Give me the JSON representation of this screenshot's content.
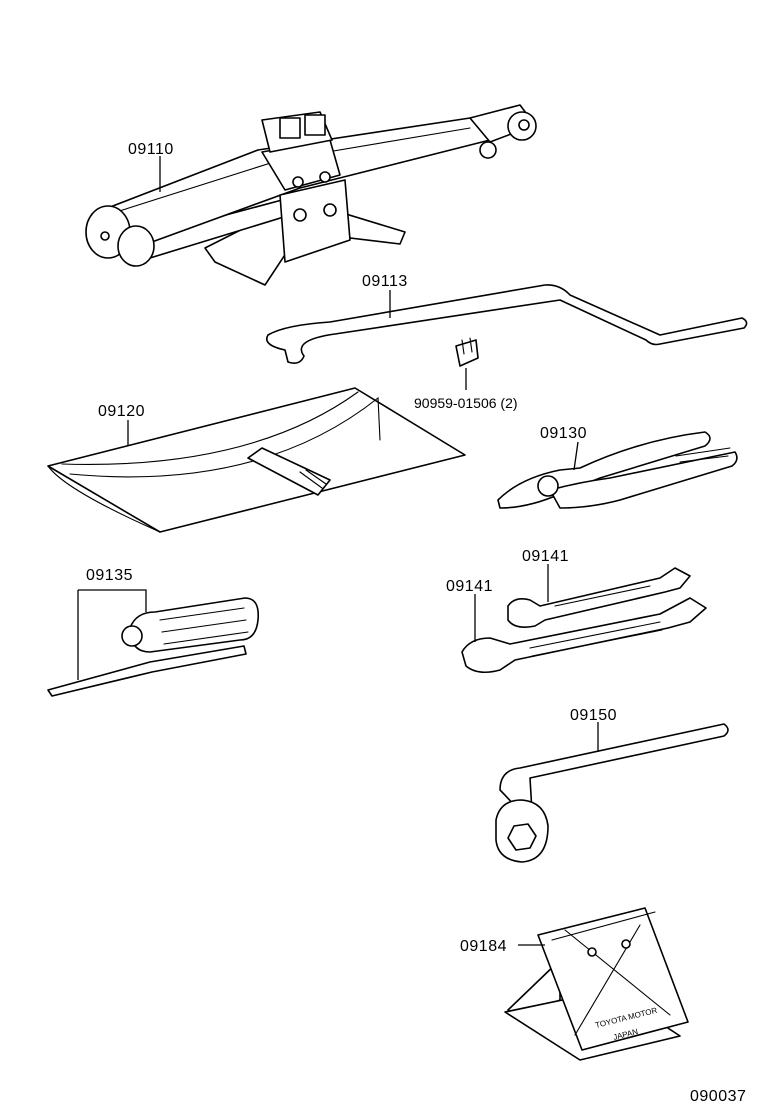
{
  "parts": {
    "jack": "09110",
    "jack_handle": "09113",
    "clip": "90959-01506 (2)",
    "tool_bag": "09120",
    "pliers": "09130",
    "screwdriver": "09135",
    "wrench_a": "09141",
    "wrench_b": "09141",
    "lug_wrench": "09150",
    "wheel_chock": "09184"
  },
  "chock_stamp": {
    "line1": "TOYOTA MOTOR",
    "line2": "JAPAN"
  },
  "figure_number": "090037"
}
